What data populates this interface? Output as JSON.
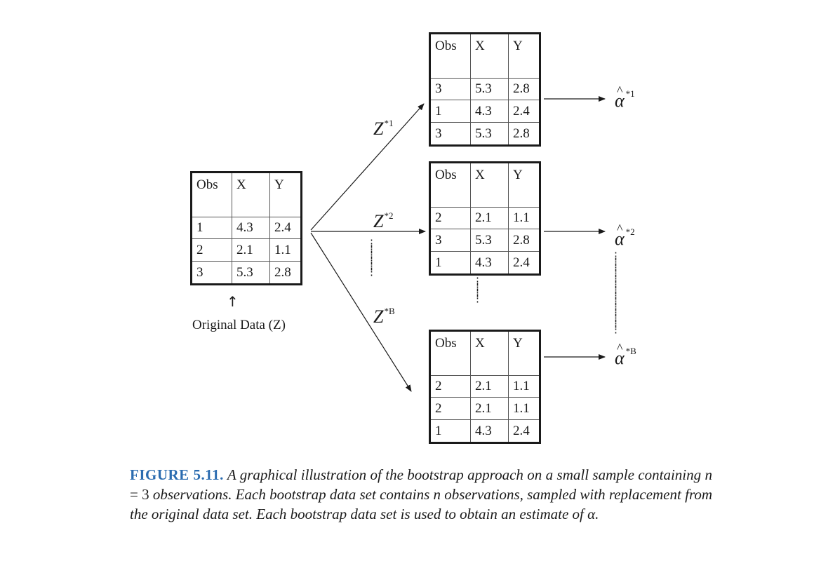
{
  "tables": {
    "original": {
      "header": [
        "Obs",
        "X",
        "Y"
      ],
      "rows": [
        [
          "1",
          "4.3",
          "2.4"
        ],
        [
          "2",
          "2.1",
          "1.1"
        ],
        [
          "3",
          "5.3",
          "2.8"
        ]
      ]
    },
    "boot1": {
      "header": [
        "Obs",
        "X",
        "Y"
      ],
      "rows": [
        [
          "3",
          "5.3",
          "2.8"
        ],
        [
          "1",
          "4.3",
          "2.4"
        ],
        [
          "3",
          "5.3",
          "2.8"
        ]
      ]
    },
    "boot2": {
      "header": [
        "Obs",
        "X",
        "Y"
      ],
      "rows": [
        [
          "2",
          "2.1",
          "1.1"
        ],
        [
          "3",
          "5.3",
          "2.8"
        ],
        [
          "1",
          "4.3",
          "2.4"
        ]
      ]
    },
    "bootB": {
      "header": [
        "Obs",
        "X",
        "Y"
      ],
      "rows": [
        [
          "2",
          "2.1",
          "1.1"
        ],
        [
          "2",
          "2.1",
          "1.1"
        ],
        [
          "1",
          "4.3",
          "2.4"
        ]
      ]
    }
  },
  "original_caption": "Original Data (Z)",
  "up_arrow": "↑",
  "labels": {
    "z1": {
      "base": "Z",
      "sup": "*1"
    },
    "z2": {
      "base": "Z",
      "sup": "*2"
    },
    "zB": {
      "base": "Z",
      "sup": "*B"
    }
  },
  "estimates": {
    "a1": {
      "base": "α",
      "hat": "^",
      "sup": "*1"
    },
    "a2": {
      "base": "α",
      "hat": "^",
      "sup": "*2"
    },
    "aB": {
      "base": "α",
      "hat": "^",
      "sup": "*B"
    }
  },
  "dots": "⋮",
  "caption": {
    "label": "FIGURE 5.11.",
    "part1": " A graphical illustration of the bootstrap approach on a small sample containing ",
    "math_n": "n",
    "math_eq": " = 3 ",
    "part2": "observations. Each bootstrap data set contains ",
    "math_n2": "n",
    "part3": " observations, sampled with replacement from the original data set. Each bootstrap data set is used to obtain an estimate of ",
    "math_alpha": "α",
    "part4": "."
  }
}
